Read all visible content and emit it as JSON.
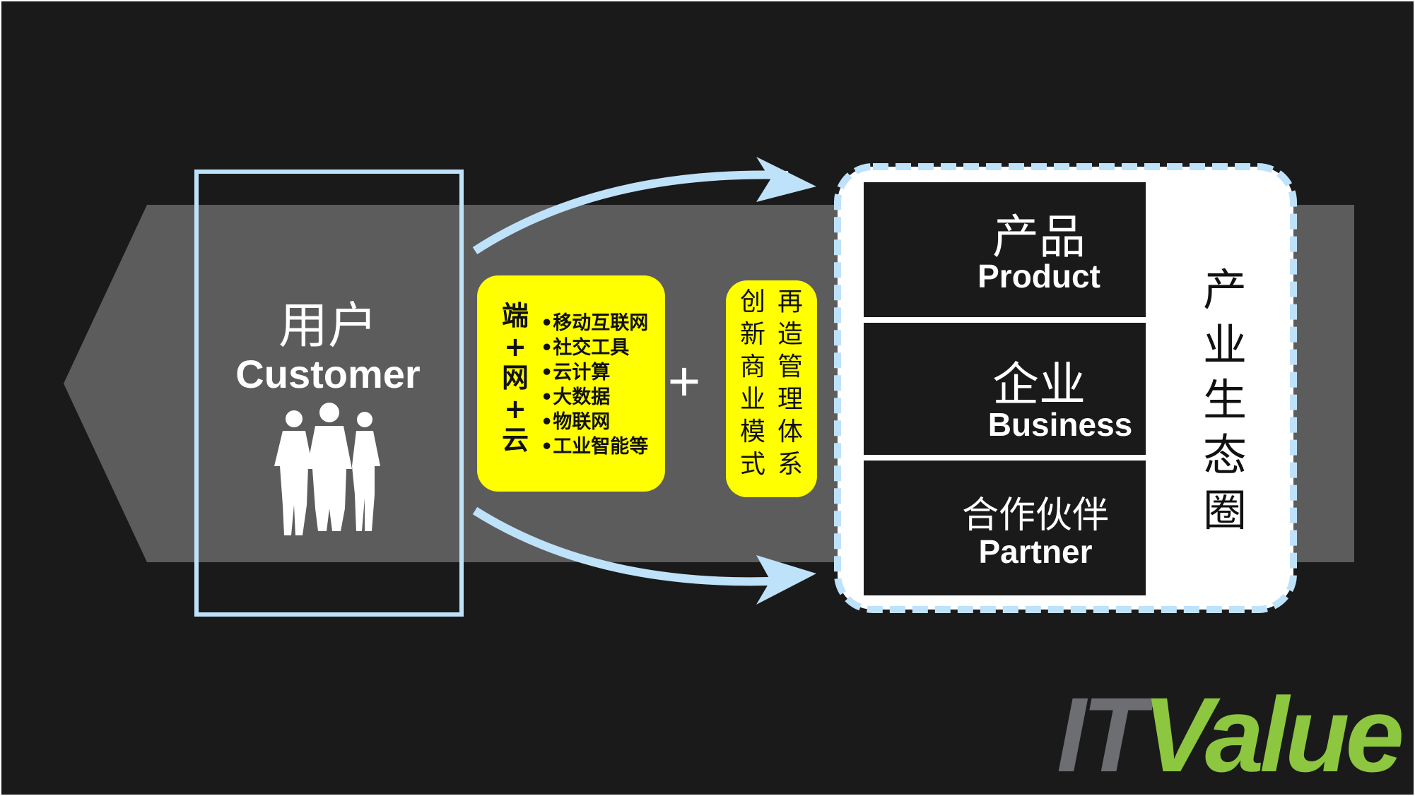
{
  "customer": {
    "label_cn": "用户",
    "label_en": "Customer"
  },
  "tech_stack": {
    "chars": [
      "端",
      "+",
      "网",
      "+",
      "云"
    ],
    "items": [
      "•移动互联网",
      "•社交工具",
      "•云计算",
      "•大数据",
      "•物联网",
      "•工业智能等"
    ]
  },
  "plus": "+",
  "business_model": {
    "col1": [
      "创",
      "新",
      "商",
      "业",
      "模",
      "式"
    ],
    "col2": [
      "再",
      "造",
      "管",
      "理",
      "体",
      "系"
    ]
  },
  "ecosystem": {
    "product": {
      "label_cn": "产品",
      "label_en": "Product",
      "icon": "database-cylinder-icon"
    },
    "business": {
      "label_cn": "企业",
      "label_en": "Business",
      "icon": "building-icon"
    },
    "partner": {
      "label_cn": "合作伙伴",
      "label_en": "Partner",
      "icon": "handshake-icon"
    },
    "title_chars": [
      "产",
      "业",
      "生",
      "态",
      "圈"
    ]
  },
  "logo": {
    "part1": "IT",
    "part2": "Value"
  },
  "colors": {
    "background": "#1a1a1a",
    "band": "#5c5c5c",
    "accent_blue": "#bfe2fb",
    "highlight_yellow": "#ffff00",
    "logo_green": "#8dc63f",
    "logo_gray": "#6d6e71"
  }
}
